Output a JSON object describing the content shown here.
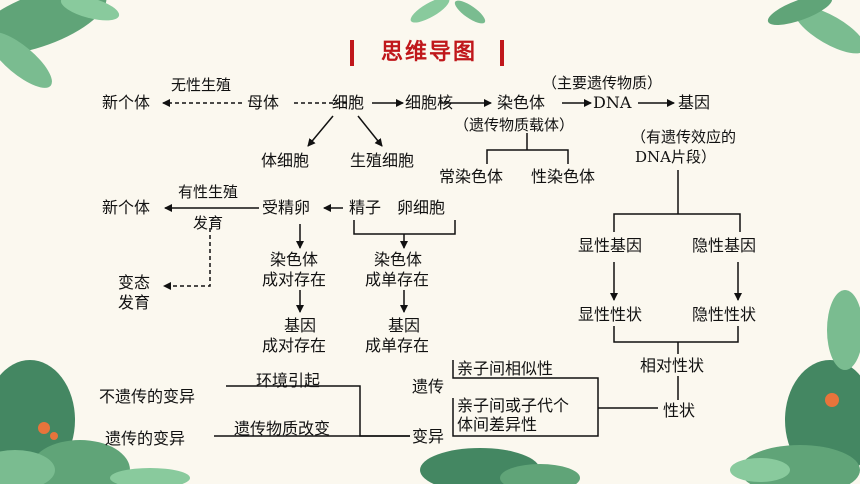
{
  "title": "思维导图",
  "nodes": {
    "xinge1": "新个体",
    "wuxing": "无性生殖",
    "muti": "母体",
    "xibao": "细胞",
    "xibaohe": "细胞核",
    "ranseti": "染色体",
    "dna": "DNA",
    "jiyin": "基因",
    "zhuyao": "（主要遗传物质）",
    "zaiti": "（遗传物质载体）",
    "youxiao1": "（有遗传效应的",
    "youxiao2": "DNA片段）",
    "tixibao": "体细胞",
    "shengzhi": "生殖细胞",
    "chang": "常染色体",
    "xing": "性染色体",
    "xinge2": "新个体",
    "youxing": "有性生殖",
    "fayu": "发育",
    "shoujing": "受精卵",
    "jingzi": "精子",
    "luan": "卵细胞",
    "bian1": "变态",
    "bian2": "发育",
    "rs_dui1": "染色体",
    "rs_dui2": "成对存在",
    "rs_dan1": "染色体",
    "rs_dan2": "成单存在",
    "jy_dui1": "基因",
    "jy_dui2": "成对存在",
    "jy_dan1": "基因",
    "jy_dan2": "成单存在",
    "xianjy": "显性基因",
    "yinjy": "隐性基因",
    "xianxz": "显性性状",
    "yinxz": "隐性性状",
    "xiangdui": "相对性状",
    "xingzhuang": "性状",
    "qinzi1": "亲子间相似性",
    "qinzi2a": "亲子间或子代个",
    "qinzi2b": "体间差异性",
    "yichuan": "遗传",
    "bianyi": "变异",
    "buyichuan": "不遗传的变异",
    "yichuanbianyi": "遗传的变异",
    "huanjing": "环境引起",
    "wuzhi": "遗传物质改变"
  }
}
